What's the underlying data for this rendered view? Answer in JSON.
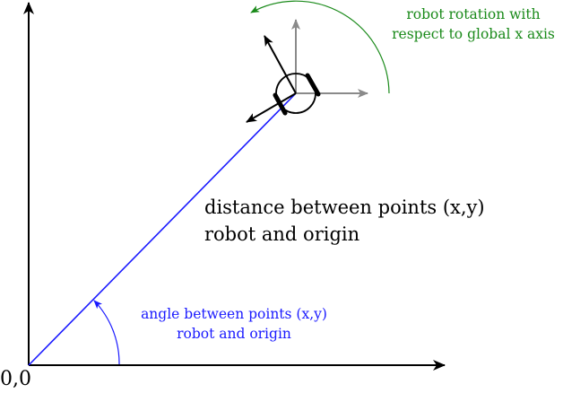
{
  "labels": {
    "origin": "0,0",
    "distance": [
      "distance between points (x,y)",
      "robot and origin"
    ],
    "angle": [
      "angle between points (x,y)",
      "robot and origin"
    ],
    "rotation": [
      "robot rotation with",
      "respect to global x axis"
    ]
  },
  "colors": {
    "axis": "#000000",
    "distance_line": "#1a1aff",
    "angle_arc": "#1a1aff",
    "rotation_arc": "#1a8a1a",
    "local_frame": "#8a8a8a",
    "robot_frame": "#000000"
  },
  "icons": {
    "robot": "robot-circle-icon"
  }
}
